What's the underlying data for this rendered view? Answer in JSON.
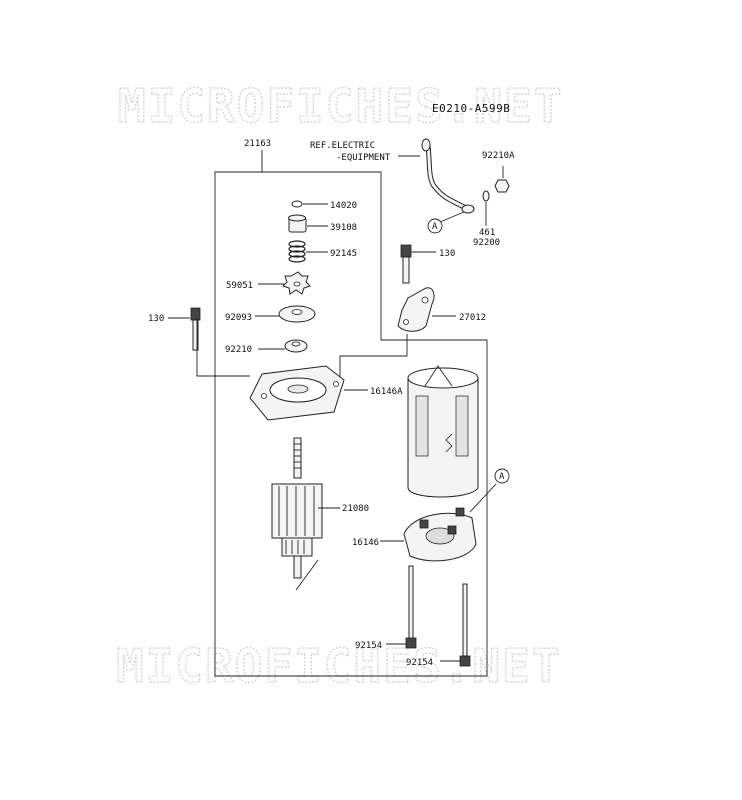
{
  "diagram": {
    "code": "E0210-A599B",
    "watermark_top": "MICROFICHES.NET",
    "watermark_bottom": "MICROFICHES.NET"
  },
  "labels": {
    "p21163": "21163",
    "ref_line1": "REF.ELECTRIC",
    "ref_line2": "-EQUIPMENT",
    "p92210A": "92210A",
    "p461": "461",
    "p92200": "92200",
    "p14020": "14020",
    "p39108": "39108",
    "p92145": "92145",
    "p59051": "59051",
    "p92093": "92093",
    "p130_left": "130",
    "p130_right": "130",
    "p92210": "92210",
    "p27012": "27012",
    "p16146A": "16146A",
    "p21080": "21080",
    "p16146": "16146",
    "p92154_a": "92154",
    "p92154_b": "92154",
    "callout_a_top": "A",
    "callout_a_right": "A"
  }
}
